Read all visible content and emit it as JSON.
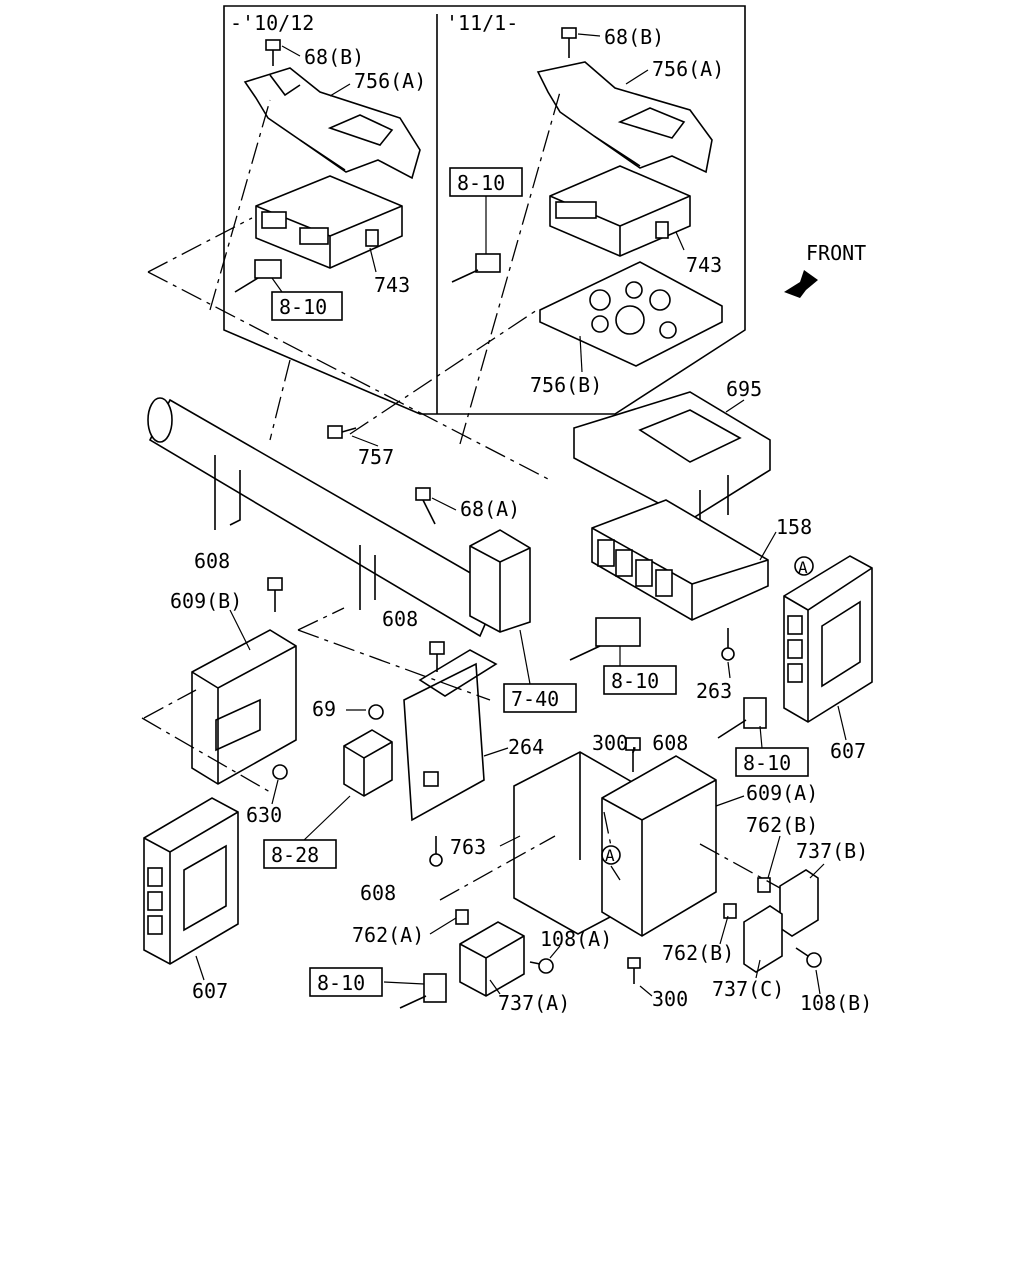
{
  "diagram": {
    "panel_left_date": "-'10/12",
    "panel_right_date": "'11/1-",
    "front_label": "FRONT",
    "labels": {
      "l68b_left": "68(B)",
      "l756a_left": "756(A)",
      "l743_left": "743",
      "l810_left_panel": "8-10",
      "l68b_right": "68(B)",
      "l756a_right": "756(A)",
      "l810_right_panel": "8-10",
      "l743_right": "743",
      "l756b": "756(B)",
      "l695": "695",
      "l757": "757",
      "l68a": "68(A)",
      "l158": "158",
      "l608_top": "608",
      "l609b": "609(B)",
      "l608_mid": "608",
      "lA_top": "A",
      "l263": "263",
      "l810_ecu": "8-10",
      "l740": "7-40",
      "l69": "69",
      "l264": "264",
      "l300_608": "300, 608",
      "l810_right_ecu": "8-10",
      "l607_right": "607",
      "l630": "630",
      "l609a": "609(A)",
      "l828": "8-28",
      "l763": "763",
      "lA_bottom": "A",
      "l762b_top": "762(B)",
      "l737b": "737(B)",
      "l608_bottom": "608",
      "l762a": "762(A)",
      "l108a": "108(A)",
      "l762b_bottom": "762(B)",
      "l607_left": "607",
      "l810_bottom": "8-10",
      "l737a": "737(A)",
      "l300": "300",
      "l737c": "737(C)",
      "l108b": "108(B)"
    }
  }
}
